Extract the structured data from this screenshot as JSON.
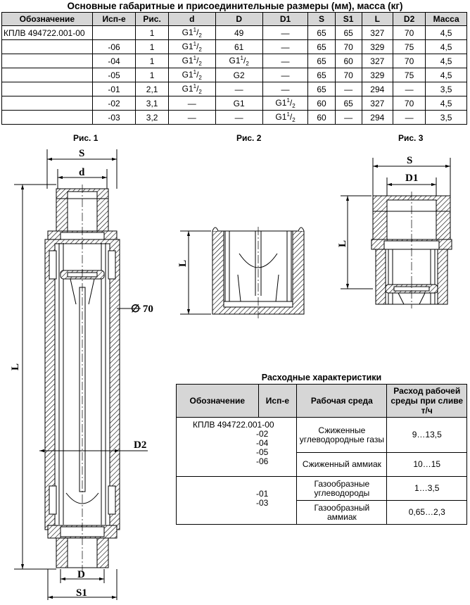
{
  "title": "Основные габаритные и присоединительные размеры (мм), масса (кг)",
  "dims_table": {
    "headers": [
      "Обозначение",
      "Исп-е",
      "Рис.",
      "d",
      "D",
      "D1",
      "S",
      "S1",
      "L",
      "D2",
      "Масса"
    ],
    "rows": [
      {
        "designation": "КПЛВ 494722.001-00",
        "ver": "",
        "fig": "1",
        "d": "G1",
        "D": "49",
        "D1": "—",
        "S": "65",
        "S1": "65",
        "L": "327",
        "D2": "70",
        "mass": "4,5"
      },
      {
        "designation": "",
        "ver": "-06",
        "fig": "1",
        "d": "G1",
        "D": "61",
        "D1": "—",
        "S": "65",
        "S1": "70",
        "L": "329",
        "D2": "75",
        "mass": "4,5"
      },
      {
        "designation": "",
        "ver": "-04",
        "fig": "1",
        "d": "G1",
        "D": "G1",
        "D1": "—",
        "S": "65",
        "S1": "60",
        "L": "327",
        "D2": "70",
        "mass": "4,5"
      },
      {
        "designation": "",
        "ver": "-05",
        "fig": "1",
        "d": "G1",
        "D": "G2",
        "D1": "—",
        "S": "65",
        "S1": "70",
        "L": "329",
        "D2": "75",
        "mass": "4,5"
      },
      {
        "designation": "",
        "ver": "-01",
        "fig": "2,1",
        "d": "G1",
        "D": "—",
        "D1": "—",
        "S": "65",
        "S1": "—",
        "L": "294",
        "D2": "—",
        "mass": "3,5"
      },
      {
        "designation": "",
        "ver": "-02",
        "fig": "3,1",
        "d": "—",
        "D": "G1",
        "D1": "G1",
        "S": "60",
        "S1": "65",
        "L": "327",
        "D2": "70",
        "mass": "4,5"
      },
      {
        "designation": "",
        "ver": "-03",
        "fig": "3,2",
        "d": "—",
        "D": "—",
        "D1": "G1",
        "S": "60",
        "S1": "—",
        "L": "294",
        "D2": "—",
        "mass": "3,5"
      }
    ],
    "fraction_num": "1",
    "fraction_den": "2"
  },
  "figures": {
    "fig1_caption": "Рис. 1",
    "fig2_caption": "Рис. 2",
    "fig3_caption": "Рис. 3",
    "labels": {
      "S": "S",
      "d": "d",
      "dia70": "∅ 70",
      "L": "L",
      "D2": "D2",
      "D": "D",
      "S1": "S1",
      "D1": "D1"
    }
  },
  "flow_table": {
    "title": "Расходные характеристики",
    "headers": [
      "Обозначение",
      "Исп-е",
      "Рабочая среда",
      "Расход рабочей среды при сливе т/ч"
    ],
    "group1_codes": [
      "КПЛВ 494722.001-00",
      "-02",
      "-04",
      "-05",
      "-06"
    ],
    "group2_codes": [
      "-01",
      "-03"
    ],
    "media": [
      "Сжиженные углеводородные газы",
      "Сжиженный аммиак",
      "Газообразные углеводороды",
      "Газообразный аммиак"
    ],
    "rates": [
      "9…13,5",
      "10…15",
      "1…3,5",
      "0,65…2,3"
    ]
  }
}
